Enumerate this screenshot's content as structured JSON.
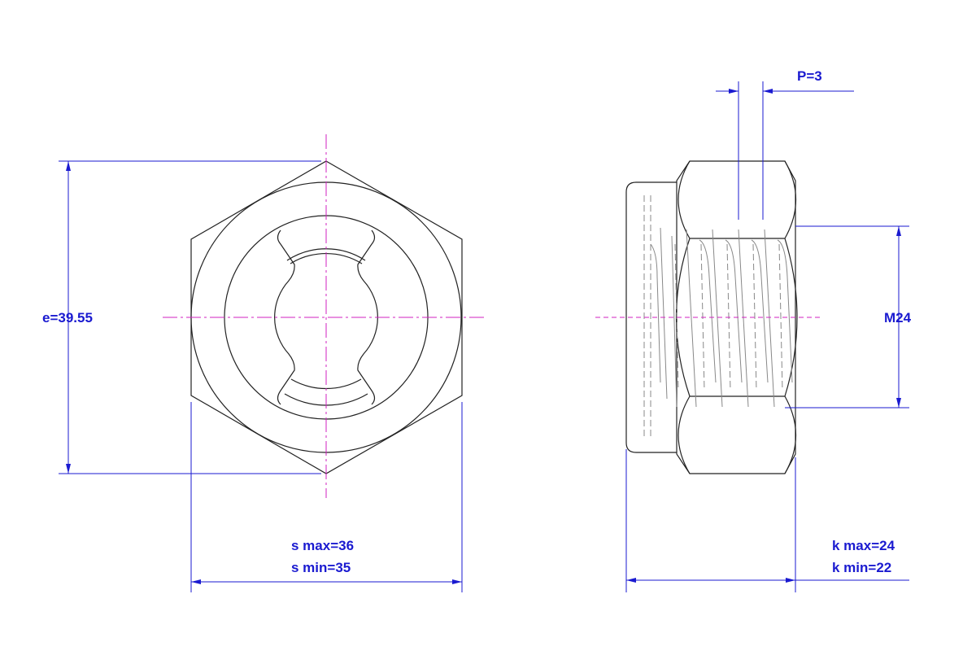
{
  "dimensions": {
    "e": "e=39.55",
    "s_max": "s max=36",
    "s_min": "s min=35",
    "pitch": "P=3",
    "thread": "M24",
    "k_max": "k max=24",
    "k_min": "k min=22"
  },
  "colors": {
    "outline": "#222222",
    "dimension": "#1a1ad0",
    "centerline": "#d020c0",
    "thread": "#888888"
  }
}
